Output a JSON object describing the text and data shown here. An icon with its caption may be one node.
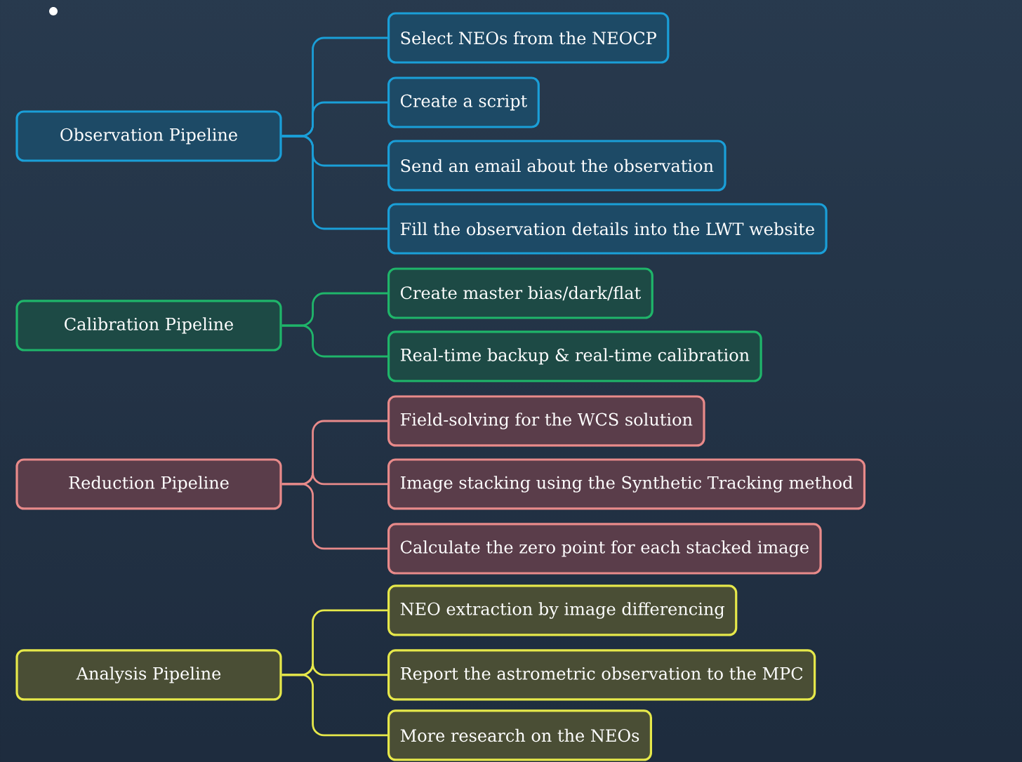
{
  "diagram": {
    "nodes": [
      {
        "text": [
          "Observation Pipeline"
        ]
      },
      {
        "text": [
          "Calibration Pipeline"
        ]
      },
      {
        "text": [
          "Reduction Pipeline"
        ]
      },
      {
        "text": [
          "Analysis Pipeline"
        ]
      },
      {
        "text": [
          "Select NEOs from the NEOCP"
        ]
      },
      {
        "text": [
          "Create a script"
        ]
      },
      {
        "text": [
          "Send an email about the observation"
        ]
      },
      {
        "text": [
          "Fill the observation details into the LWT website"
        ]
      },
      {
        "text": [
          "Create master bias/dark/flat"
        ]
      },
      {
        "text": [
          "Real-time backup & real-time calibration"
        ]
      },
      {
        "text": [
          "Field-solving for the WCS solution"
        ]
      },
      {
        "text": [
          "Image stacking using the Synthetic Tracking method"
        ]
      },
      {
        "text": [
          "Calculate the zero point for each stacked image"
        ]
      },
      {
        "text": [
          "NEO extraction by image differencing"
        ]
      },
      {
        "text": [
          "Report the astrometric observation to the MPC"
        ]
      },
      {
        "text": [
          "More research on the NEOs"
        ]
      }
    ],
    "edges": [
      {
        "from": 0,
        "to": 4,
        "arrow": "none",
        "color": "#1a9fd8"
      },
      {
        "from": 0,
        "to": 5,
        "arrow": "none",
        "color": "#1a9fd8"
      },
      {
        "from": 0,
        "to": 6,
        "arrow": "none",
        "color": "#1a9fd8"
      },
      {
        "from": 0,
        "to": 7,
        "arrow": "none",
        "color": "#1a9fd8"
      },
      {
        "from": 1,
        "to": 8,
        "arrow": "none",
        "color": "#1fb56a"
      },
      {
        "from": 1,
        "to": 9,
        "arrow": "none",
        "color": "#1fb56a"
      },
      {
        "from": 2,
        "to": 10,
        "arrow": "none",
        "color": "#e88a8a"
      },
      {
        "from": 2,
        "to": 11,
        "arrow": "none",
        "color": "#e88a8a"
      },
      {
        "from": 2,
        "to": 12,
        "arrow": "none",
        "color": "#e88a8a"
      },
      {
        "from": 3,
        "to": 13,
        "arrow": "none",
        "color": "#e6e84a"
      },
      {
        "from": 3,
        "to": 14,
        "arrow": "none",
        "color": "#e6e84a"
      },
      {
        "from": 3,
        "to": 15,
        "arrow": "none",
        "color": "#e6e84a"
      }
    ]
  }
}
